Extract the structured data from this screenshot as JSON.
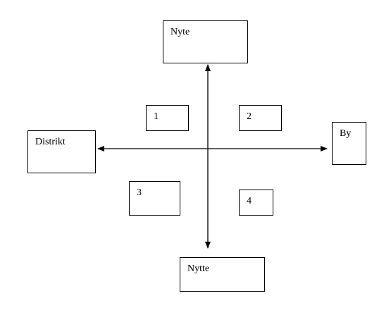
{
  "diagram": {
    "top_label": "Nyte",
    "bottom_label": "Nytte",
    "left_label": "Distrikt",
    "right_label": "By",
    "quadrants": [
      "1",
      "2",
      "3",
      "4"
    ]
  },
  "colors": {
    "line": "#000000",
    "background": "#ffffff"
  }
}
